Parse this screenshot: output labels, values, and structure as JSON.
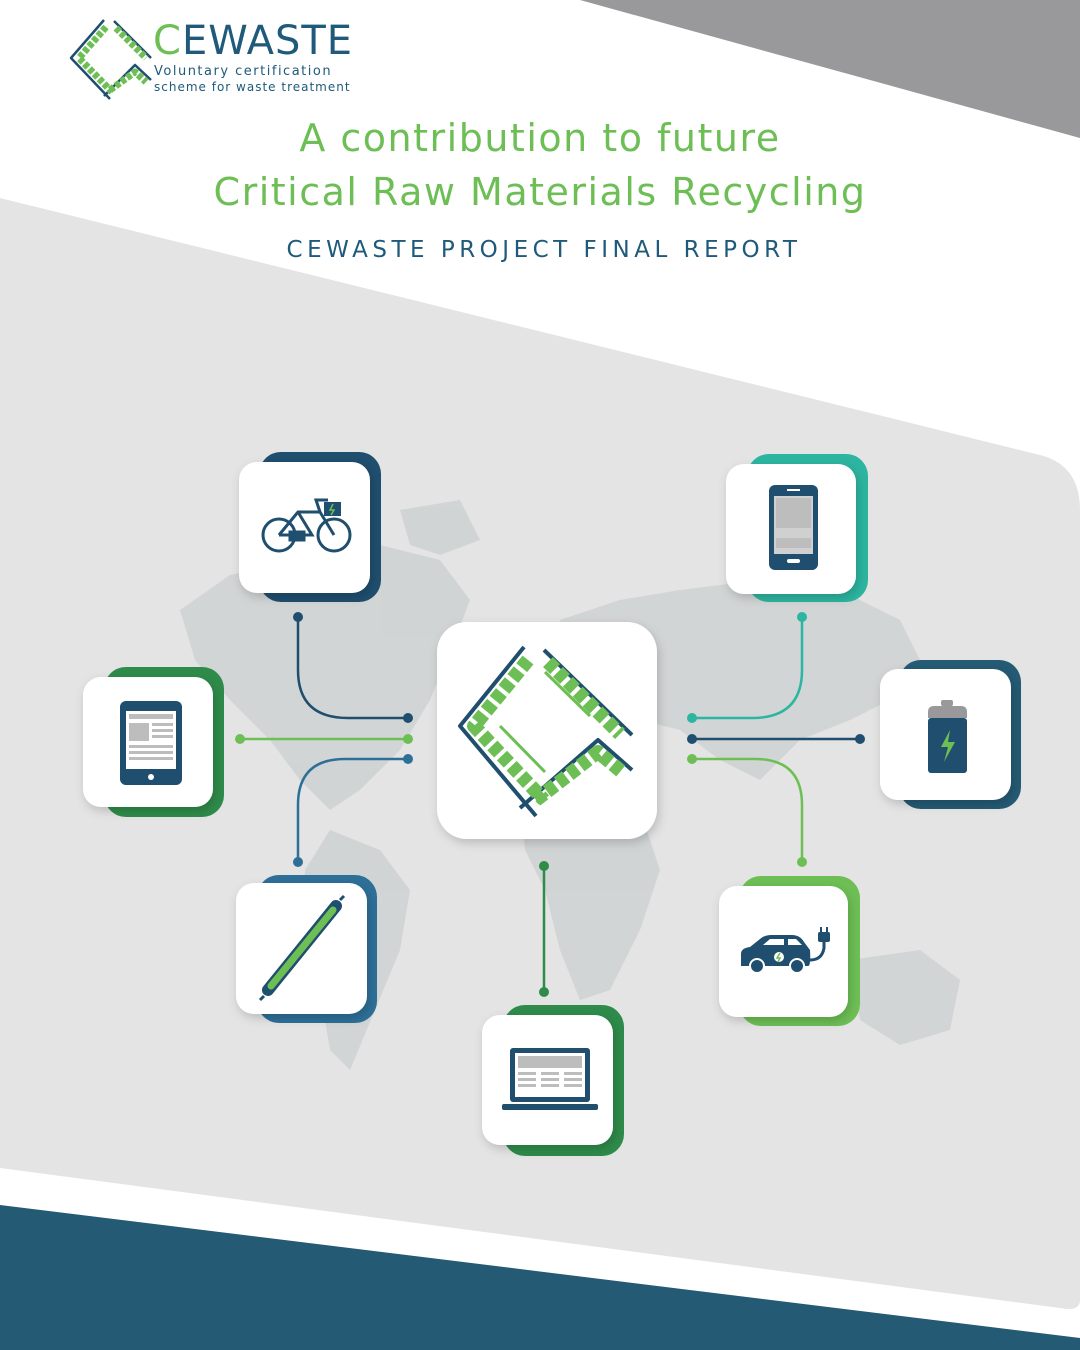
{
  "brand": {
    "name_first_letter": "C",
    "name_rest": "EWASTE",
    "tagline_line1": "Voluntary certification",
    "tagline_line2": "scheme for waste treatment"
  },
  "title": {
    "line1": "A contribution to future",
    "line2": "Critical Raw Materials Recycling"
  },
  "subtitle": "CEWASTE PROJECT FINAL REPORT",
  "colors": {
    "green": "#6dbf55",
    "dark_green": "#2e8b4a",
    "navy": "#1f4e6e",
    "blue": "#2e6f98",
    "teal": "#2cb5a0",
    "light_gray": "#e4e4e4",
    "mid_gray": "#99999b",
    "map_gray": "#cfd3d3",
    "footer_navy": "#245a74"
  },
  "product_icons": [
    "ebike-icon",
    "smartphone-icon",
    "tablet-icon",
    "battery-icon",
    "fluorescent-lamp-icon",
    "electric-car-icon",
    "laptop-icon"
  ]
}
